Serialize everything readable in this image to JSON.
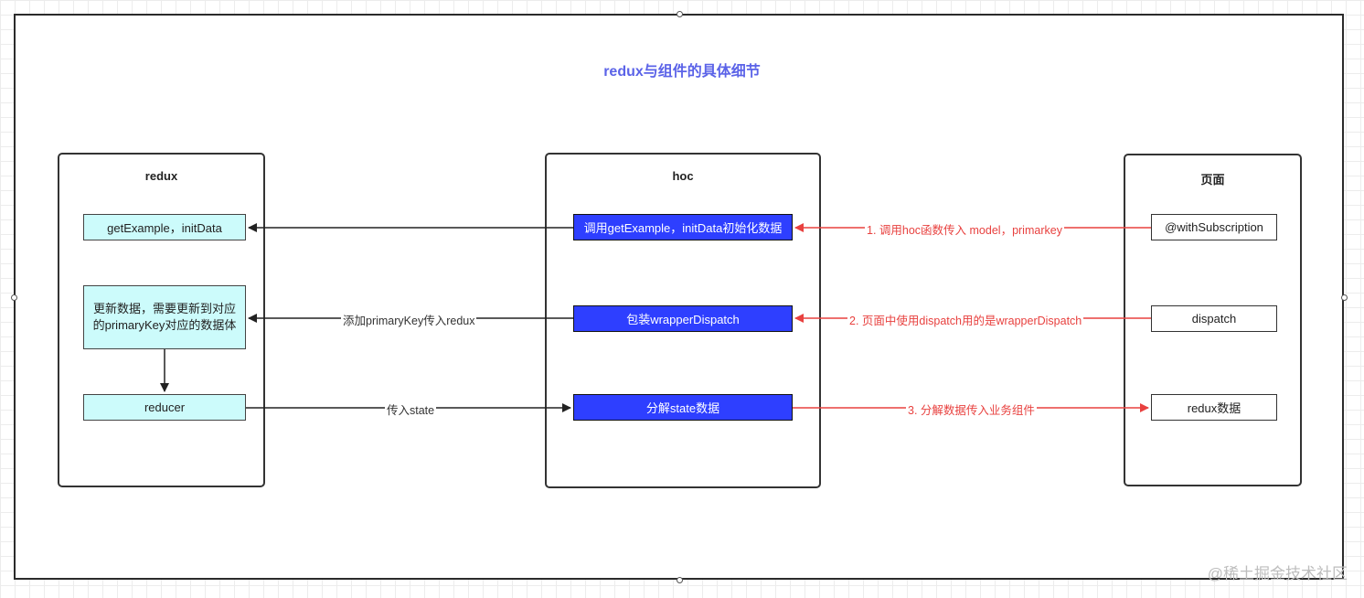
{
  "title": "redux与组件的具体细节",
  "panels": {
    "redux": {
      "title": "redux",
      "nodes": {
        "get_example": "getExample，initData",
        "update_data": "更新数据，需要更新到对应的primaryKey对应的数据体",
        "reducer": "reducer"
      }
    },
    "hoc": {
      "title": "hoc",
      "nodes": {
        "init": "调用getExample，initData初始化数据",
        "wrap_dispatch": "包装wrapperDispatch",
        "split_state": "分解state数据"
      }
    },
    "page": {
      "title": "页面",
      "nodes": {
        "with_subscription": "@withSubscription",
        "dispatch": "dispatch",
        "redux_data": "redux数据"
      }
    }
  },
  "edges": {
    "add_primary_key": "添加primaryKey传入redux",
    "pass_state": "传入state",
    "step1": "1. 调用hoc函数传入 model，primarkey",
    "step2": "2. 页面中使用dispatch用的是wrapperDispatch",
    "step3": "3. 分解数据传入业务组件"
  },
  "colors": {
    "title": "#5b63e8",
    "hoc_node": "#2e3fff",
    "redux_node": "#ccfbfb",
    "red_arrow": "#e8413f"
  },
  "watermark": "@稀土掘金技术社区"
}
